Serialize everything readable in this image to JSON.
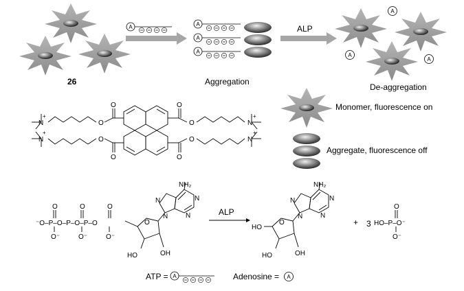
{
  "labels": {
    "compound": "26",
    "aggregation": "Aggregation",
    "deaggregation": "De-aggregation",
    "alp_top": "ALP",
    "alp_bottom": "ALP",
    "legend_monomer": "Monomer, fluorescence on",
    "legend_aggregate": "Aggregate, fluorescence off",
    "atp_eq": "ATP =",
    "adenosine_eq": "Adenosine =",
    "plus": "+",
    "three": "3"
  },
  "symbols": {
    "adenosine": "A",
    "minus": "⊖"
  },
  "chem": {
    "nh2": "NH₂",
    "nh2_right": "NH₂",
    "ho_left": "HO",
    "oh_left": "OH",
    "ho_right": "HO",
    "ho_right2": "HO",
    "oh_right": "OH",
    "ho_c5": "HO",
    "phosphate_chain": "⁻O–P–O–P–O–P–O",
    "o_minus_1": "O⁻",
    "o_minus_2": "O⁻",
    "o_minus_3": "O⁻",
    "o1": "O",
    "o2": "O",
    "o3": "O",
    "phosphate_right": "HO–P–O⁻",
    "phosphate_o_top": "O",
    "phosphate_o_bot": "O⁻",
    "n": "N"
  },
  "colors": {
    "star_fill": "#9a9a9a",
    "oval_dark": "#1a1a1a",
    "oval_light": "#e8e8e8",
    "arrow_fill": "#a6a6a6"
  }
}
